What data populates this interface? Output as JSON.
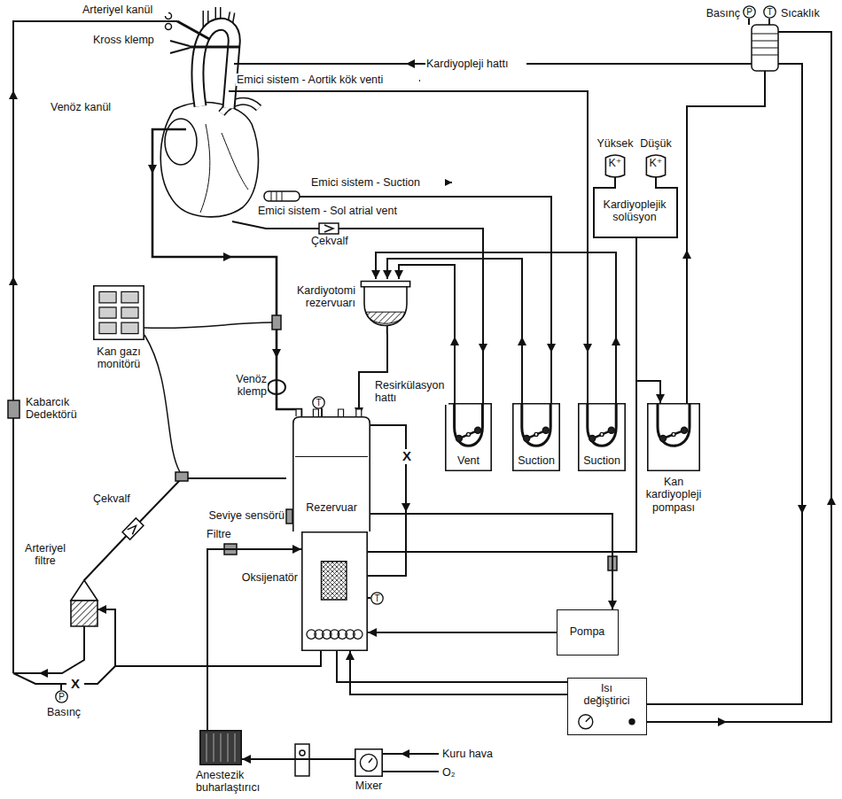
{
  "diagram": {
    "nodes": [
      {
        "text": [
          "Kan gazı monitörü"
        ]
      },
      {
        "text": [
          "Kardiyotomi rezervuarı"
        ]
      },
      {
        "text": [
          "Yüksek",
          "K⁺"
        ]
      },
      {
        "text": [
          "Düşük",
          "K⁺"
        ]
      },
      {
        "text": [
          "Vent"
        ]
      },
      {
        "text": [
          "Suction"
        ]
      },
      {
        "text": [
          "Suction"
        ]
      },
      {
        "text": [
          "Kan kardiyopleji pompası"
        ]
      },
      {
        "text": [
          "Rezervuar"
        ]
      },
      {
        "text": [
          "Oksijenatör"
        ]
      },
      {
        "text": [
          "Arteriyel filtre"
        ]
      },
      {
        "text": [
          "Pompa"
        ]
      },
      {
        "text": [
          "Isı değiştirici"
        ]
      },
      {
        "text": [
          "Anestezik buharlaştırıcı"
        ]
      },
      {
        "text": [
          "Mixer"
        ]
      },
      {
        "text": [
          "P"
        ]
      },
      {
        "text": [
          "T"
        ]
      },
      {
        "text": [
          "T"
        ]
      },
      {
        "text": [
          "T"
        ]
      },
      {
        "text": [
          "P"
        ]
      }
    ],
    "edges": [
      {
        "from": 4,
        "to": 1,
        "arrow": "to"
      },
      {
        "from": 5,
        "to": 1,
        "arrow": "to"
      },
      {
        "from": 6,
        "to": 1,
        "arrow": "to"
      },
      {
        "from": 1,
        "to": 8,
        "arrow": "to"
      },
      {
        "from": 8,
        "to": 11,
        "arrow": "to"
      },
      {
        "from": 11,
        "to": 9,
        "arrow": "to"
      },
      {
        "from": 9,
        "to": 10,
        "arrow": "to"
      },
      {
        "from": 9,
        "to": 7,
        "arrow": "to"
      },
      {
        "from": 12,
        "to": 9,
        "arrow": "to"
      },
      {
        "from": 14,
        "to": 13,
        "arrow": "to"
      },
      {
        "from": 13,
        "to": 9,
        "arrow": "to"
      },
      {
        "from": 2,
        "to": 7,
        "arrow": "none"
      },
      {
        "from": 3,
        "to": 7,
        "arrow": "none"
      }
    ],
    "labels": [
      "Arteriyel kanül",
      "Kross klemp",
      "Emici sistem - Aortik kök venti",
      "Kardiyopleji hattı",
      "Basınç",
      "Sıcaklık",
      "Venöz kanül",
      "Emici sistem - Suction",
      "Emici sistem - Sol atrial vent",
      "Çekvalf",
      "Kardiyoplejik solüsyon",
      "Venöz klemp",
      "Kabarcık Dedektörü",
      "Resirkülasyon hattı",
      "X",
      "Seviye sensörü",
      "Filtre",
      "Çekvalf",
      "X",
      "Basınç",
      "Kuru hava",
      "O₂"
    ]
  }
}
